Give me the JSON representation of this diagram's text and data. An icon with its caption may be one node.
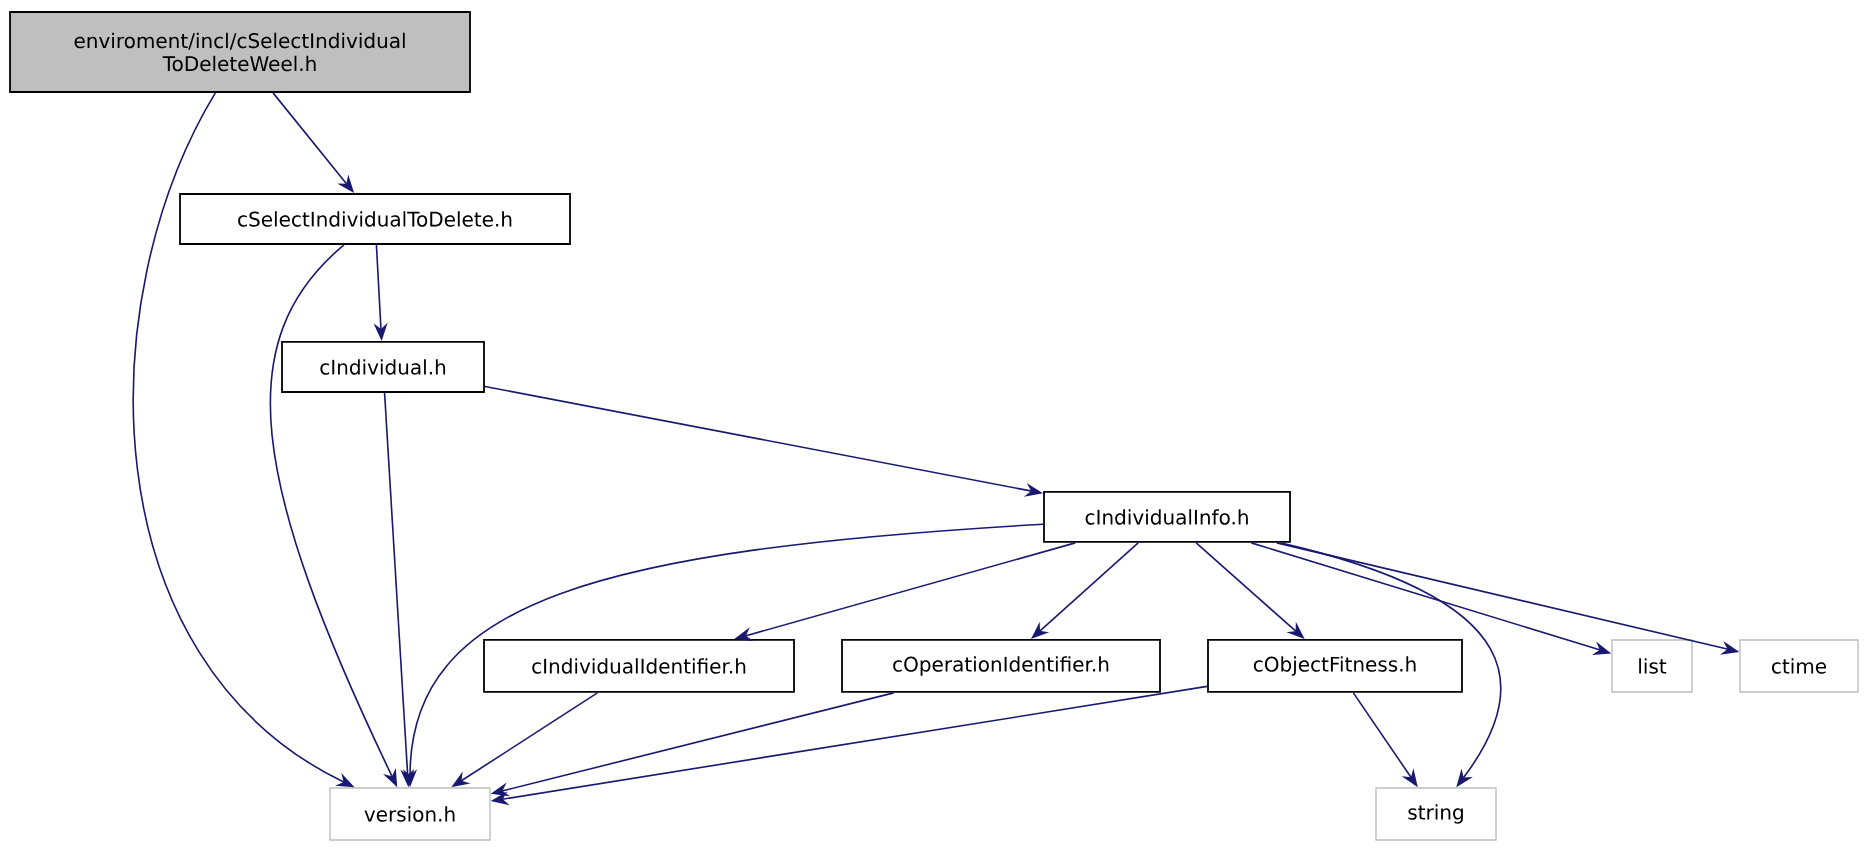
{
  "diagram": {
    "nodes": [
      {
        "text": [
          "enviroment/incl/cSelectIndividual ToDeleteWeel.h"
        ]
      },
      {
        "text": [
          "cSelectIndividualToDelete.h"
        ]
      },
      {
        "text": [
          "cIndividual.h"
        ]
      },
      {
        "text": [
          "cIndividualInfo.h"
        ]
      },
      {
        "text": [
          "cIndividualIdentifier.h"
        ]
      },
      {
        "text": [
          "cOperationIdentifier.h"
        ]
      },
      {
        "text": [
          "cObjectFitness.h"
        ]
      },
      {
        "text": [
          "list"
        ]
      },
      {
        "text": [
          "ctime"
        ]
      },
      {
        "text": [
          "version.h"
        ]
      },
      {
        "text": [
          "string"
        ]
      }
    ],
    "edges": [
      {
        "from": 0,
        "to": 9,
        "arrow": "to"
      },
      {
        "from": 0,
        "to": 1,
        "arrow": "to"
      },
      {
        "from": 1,
        "to": 9,
        "arrow": "to"
      },
      {
        "from": 1,
        "to": 2,
        "arrow": "to"
      },
      {
        "from": 2,
        "to": 9,
        "arrow": "to"
      },
      {
        "from": 2,
        "to": 3,
        "arrow": "to"
      },
      {
        "from": 3,
        "to": 9,
        "arrow": "to"
      },
      {
        "from": 3,
        "to": 4,
        "arrow": "to"
      },
      {
        "from": 3,
        "to": 5,
        "arrow": "to"
      },
      {
        "from": 3,
        "to": 6,
        "arrow": "to"
      },
      {
        "from": 3,
        "to": 7,
        "arrow": "to"
      },
      {
        "from": 3,
        "to": 8,
        "arrow": "to"
      },
      {
        "from": 3,
        "to": 10,
        "arrow": "to"
      },
      {
        "from": 4,
        "to": 9,
        "arrow": "to"
      },
      {
        "from": 5,
        "to": 9,
        "arrow": "to"
      },
      {
        "from": 6,
        "to": 9,
        "arrow": "to"
      },
      {
        "from": 6,
        "to": 10,
        "arrow": "to"
      }
    ]
  }
}
